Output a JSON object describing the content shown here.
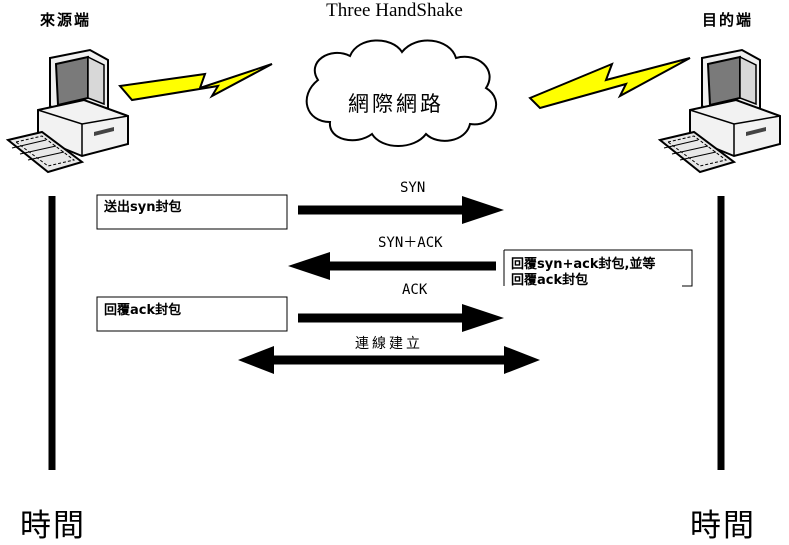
{
  "title": "Three HandShake",
  "hosts": {
    "source": "來源端",
    "destination": "目的端"
  },
  "network": "網際網路",
  "messages": {
    "syn": "SYN",
    "syn_ack": "SYN＋ACK",
    "ack": "ACK",
    "connection": "連線建立"
  },
  "notes": {
    "send_syn": "送出syn封包",
    "reply_syn_ack_line1": "回覆syn+ack封包,並等",
    "reply_syn_ack_line2": "回覆ack封包",
    "reply_ack": "回覆ack封包"
  },
  "timeline": {
    "left": "時間",
    "right": "時間"
  },
  "colors": {
    "lightning": "#ffff00",
    "ink": "#000000"
  },
  "icons": [
    "desktop-computer-icon",
    "lightning-bolt-icon",
    "cloud-icon",
    "arrow-right-icon",
    "arrow-left-icon",
    "double-arrow-icon"
  ]
}
